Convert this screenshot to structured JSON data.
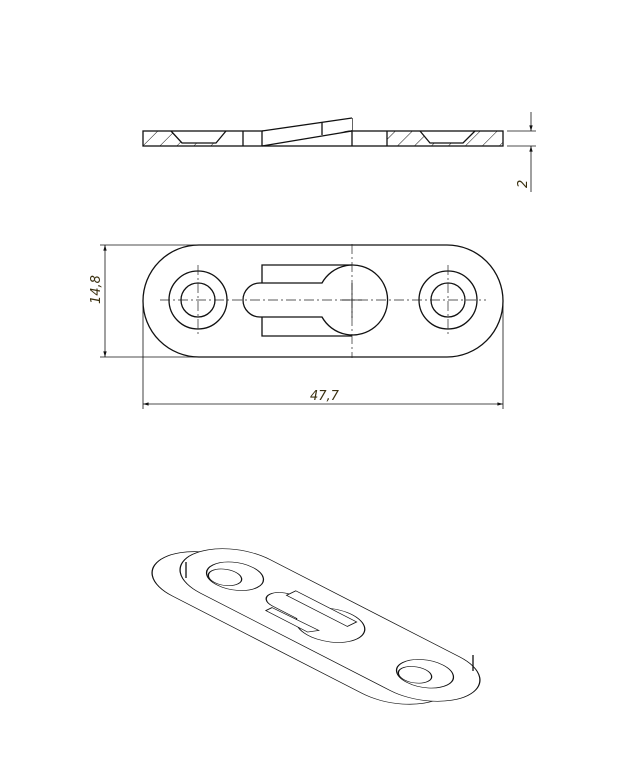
{
  "drawing": {
    "views": [
      "side-section",
      "top",
      "isometric"
    ],
    "dimensions": {
      "thickness": "2",
      "width": "14,8",
      "length": "47,7"
    },
    "colors": {
      "line": "#111111",
      "dimension_text": "#3a3010"
    }
  }
}
